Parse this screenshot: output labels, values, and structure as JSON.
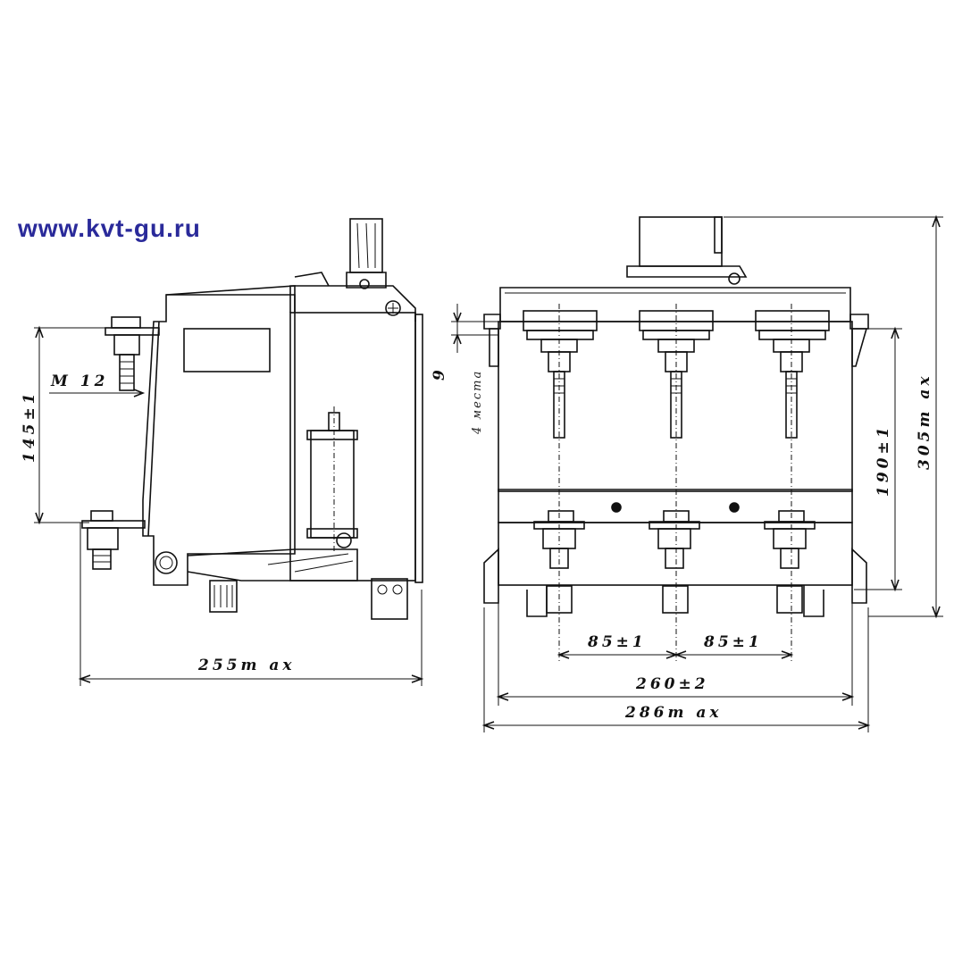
{
  "site": {
    "url": "www.kvt-gu.ru",
    "color": "#2a2a9a"
  },
  "dims": {
    "side_width": "255m ax",
    "side_height": "145±1",
    "thread": "M 12",
    "hole_size": "9",
    "hole_note": "4 места",
    "pitch_left": "85±1",
    "pitch_right": "85±1",
    "mount_width": "260±2",
    "total_width": "286m ax",
    "mount_height": "190±1",
    "total_height": "305m ax"
  }
}
